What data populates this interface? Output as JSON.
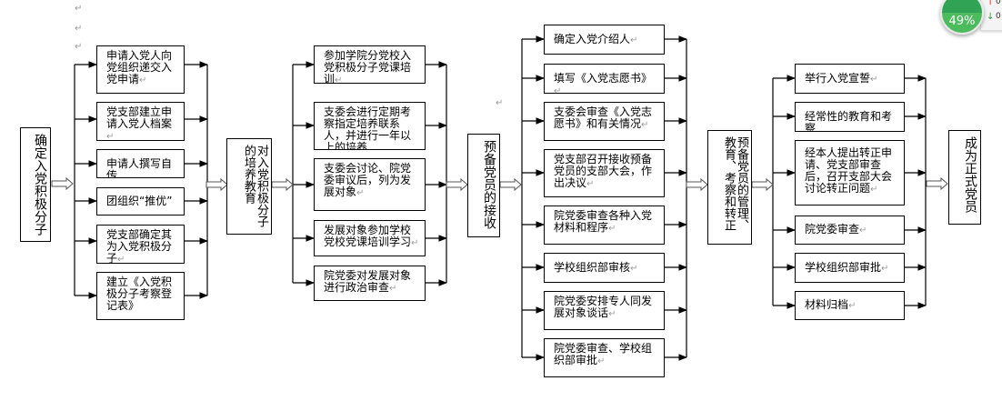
{
  "colors": {
    "line": "#000000",
    "hollow_arrow": "#555555",
    "gauge_green": "#31a354",
    "up_red": "#d9261c",
    "down_green": "#2e9e44"
  },
  "paragraph_mark": "↵",
  "stages": [
    {
      "id": "s1",
      "label": "确定入党积极分子"
    },
    {
      "id": "s2",
      "label": "对入党积极分子的培养教育"
    },
    {
      "id": "s3",
      "label": "预备党员的接收"
    },
    {
      "id": "s4",
      "label": "预备党员的管理、教育、考察和转正"
    },
    {
      "id": "s5",
      "label": "成为正式党员"
    }
  ],
  "groups": [
    {
      "id": "g1",
      "steps": [
        "申请入党人向党组织递交入党申请",
        "党支部建立申请入党人档案",
        "申请人撰写自传",
        "团组织“推优”",
        "党支部确定其为入党积极分子",
        "建立《入党积极分子考察登记表》"
      ]
    },
    {
      "id": "g2",
      "steps": [
        "参加学院分党校入党积极分子党课培训",
        "支委会进行定期考察指定培养联系人，并进行一年以上的培养",
        "支委会讨论、院党委审议后，列为发展对象",
        "发展对象参加学校党校党课培训学习",
        "院党委对发展对象进行政治审查"
      ]
    },
    {
      "id": "g3",
      "steps": [
        "确定入党介绍人",
        "填写《入党志愿书》",
        "支委会审查《入党志愿书》和有关情况",
        "党支部召开接收预备党员的支部大会，作出决议",
        "院党委审查各种入党材料和程序",
        "学校组织部审核",
        "院党委安排专人同发展对象谈话",
        "院党委审查、学校组织部审批"
      ]
    },
    {
      "id": "g4",
      "steps": [
        "举行入党宣誓",
        "经常性的教育和考察",
        "经本人提出转正申请、党支部审查后，召开支部大会讨论转正问题",
        "院党委审查",
        "学校组织部审批",
        "材料归档"
      ]
    }
  ],
  "widget": {
    "percent": "49%",
    "up_icon": "↑",
    "down_icon": "↓",
    "up_value": "0",
    "down_value": "0"
  }
}
